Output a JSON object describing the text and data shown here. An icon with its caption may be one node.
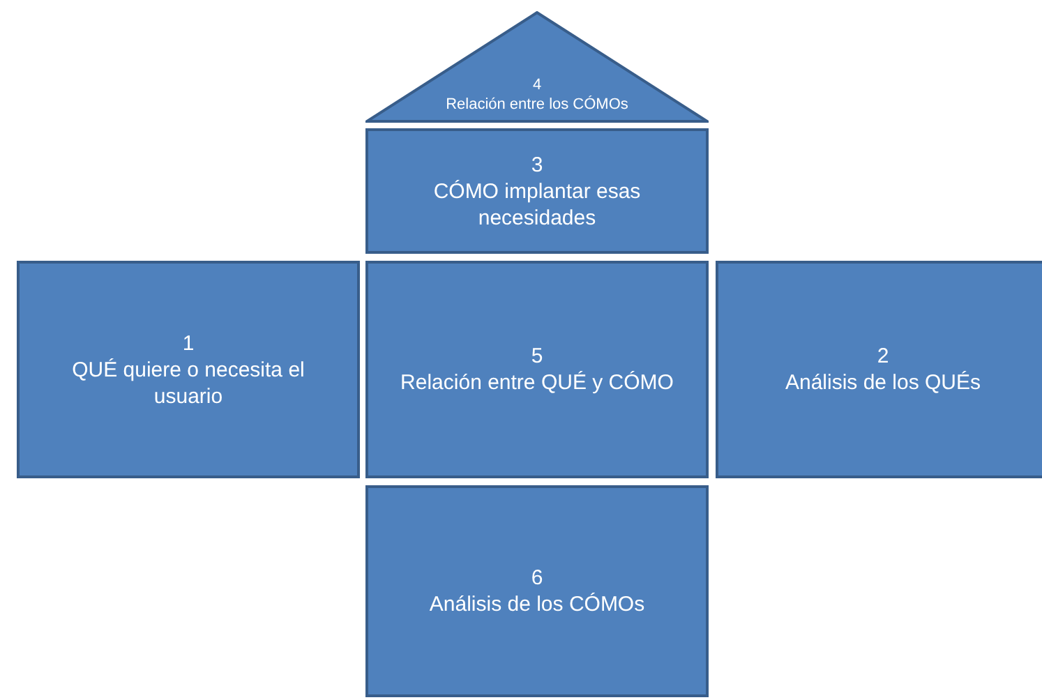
{
  "diagram": {
    "nodes": [
      {
        "text": [
          "4",
          "Relación entre los CÓMOs"
        ]
      },
      {
        "text": [
          "3",
          "CÓMO implantar esas necesidades"
        ]
      },
      {
        "text": [
          "1",
          "QUÉ quiere o necesita el usuario"
        ]
      },
      {
        "text": [
          "5",
          "Relación entre QUÉ y CÓMO"
        ]
      },
      {
        "text": [
          "2",
          "Análisis de los QUÉs"
        ]
      },
      {
        "text": [
          "6",
          "Análisis de los CÓMOs"
        ]
      }
    ]
  }
}
